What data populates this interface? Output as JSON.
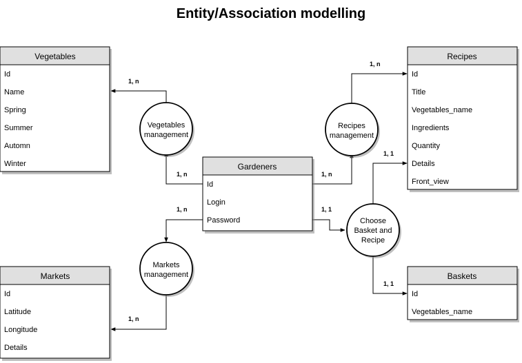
{
  "title": "Entity/Association modelling",
  "entities": {
    "vegetables": {
      "name": "Vegetables",
      "fields": [
        "Id",
        "Name",
        "Spring",
        "Summer",
        "Automn",
        "Winter"
      ]
    },
    "recipes": {
      "name": "Recipes",
      "fields": [
        "Id",
        "Title",
        "Vegetables_name",
        "Ingredients",
        "Quantity",
        "Details",
        "Front_view"
      ]
    },
    "gardeners": {
      "name": "Gardeners",
      "fields": [
        "Id",
        "Login",
        "Password"
      ]
    },
    "markets": {
      "name": "Markets",
      "fields": [
        "Id",
        "Latitude",
        "Longitude",
        "Details"
      ]
    },
    "baskets": {
      "name": "Baskets",
      "fields": [
        "Id",
        "Vegetables_name"
      ]
    }
  },
  "associations": {
    "vegetables_management": {
      "lines": [
        "Vegetables",
        "management"
      ]
    },
    "recipes_management": {
      "lines": [
        "Recipes",
        "management"
      ]
    },
    "markets_management": {
      "lines": [
        "Markets",
        "management"
      ]
    },
    "choose_basket": {
      "lines": [
        "Choose",
        "Basket and",
        "Recipe"
      ]
    }
  },
  "cardinalities": {
    "vegetables_side": "1, n",
    "gardeners_vegetables": "1, n",
    "recipes_side": "1, n",
    "gardeners_recipes": "1, n",
    "gardeners_markets": "1, n",
    "markets_side": "1, n",
    "gardeners_choose": "1, 1",
    "recipes_choose": "1, 1",
    "baskets_choose": "1, 1"
  }
}
